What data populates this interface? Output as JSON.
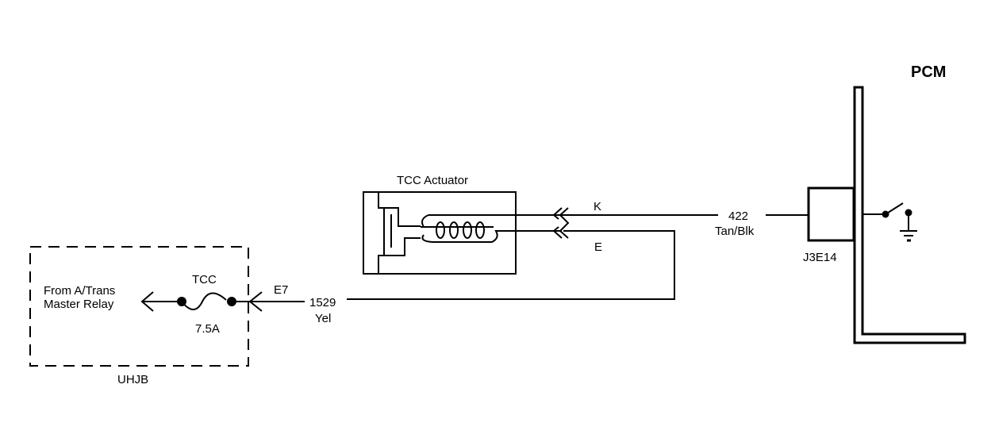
{
  "pcm": {
    "label": "PCM",
    "connector": "J3E14"
  },
  "actuator": {
    "label": "TCC Actuator",
    "pin_k": "K",
    "pin_e": "E"
  },
  "wire_422": {
    "circuit": "422",
    "color": "Tan/Blk"
  },
  "wire_1529": {
    "circuit": "1529",
    "color": "Yel",
    "terminal": "E7"
  },
  "uhjb": {
    "label": "UHJB",
    "source_line1": "From A/Trans",
    "source_line2": "Master Relay",
    "fuse_name": "TCC",
    "fuse_rating": "7.5A"
  },
  "colors": {
    "ink": "#000000",
    "paper": "#ffffff"
  }
}
